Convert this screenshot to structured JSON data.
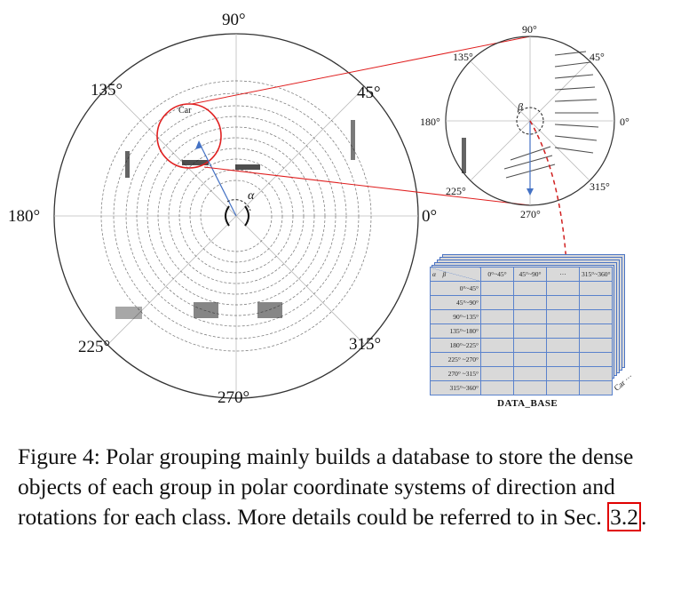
{
  "main_polar": {
    "angle_labels": {
      "a90": "90°",
      "a45": "45°",
      "a0": "0°",
      "a315": "315°",
      "a270": "270°",
      "a225": "225°",
      "a180": "180°",
      "a135": "135°"
    },
    "object_label": "Car",
    "rotation_symbol": "α",
    "highlight_color": "#e02020",
    "arrow_color": "#4472c4"
  },
  "zoom_polar": {
    "angle_labels": {
      "a90": "90°",
      "a45": "45°",
      "a0": "0°",
      "a315": "315°",
      "a270": "270°",
      "a225": "225°",
      "a180": "180°",
      "a135": "135°"
    },
    "rotation_symbol": "β"
  },
  "database": {
    "corner_row_label": "α",
    "corner_col_label": "β",
    "columns": [
      "0°~45°",
      "45°~90°",
      "···",
      "315°~360°"
    ],
    "rows": [
      "0°~45°",
      "45°~90°",
      "90°~135°",
      "135°~180°",
      "180°~225°",
      "225° ~270°",
      "270° ~315°",
      "315°~360°"
    ],
    "class_stack_label": "Car ···",
    "caption": "DATA_BASE"
  },
  "caption": {
    "text": "Figure 4: Polar grouping mainly builds a database to store the dense objects of each group in polar coordinate systems of direction and rotations for each class. More details could be referred to in Sec. ",
    "ref": "3.2",
    "end": "."
  }
}
